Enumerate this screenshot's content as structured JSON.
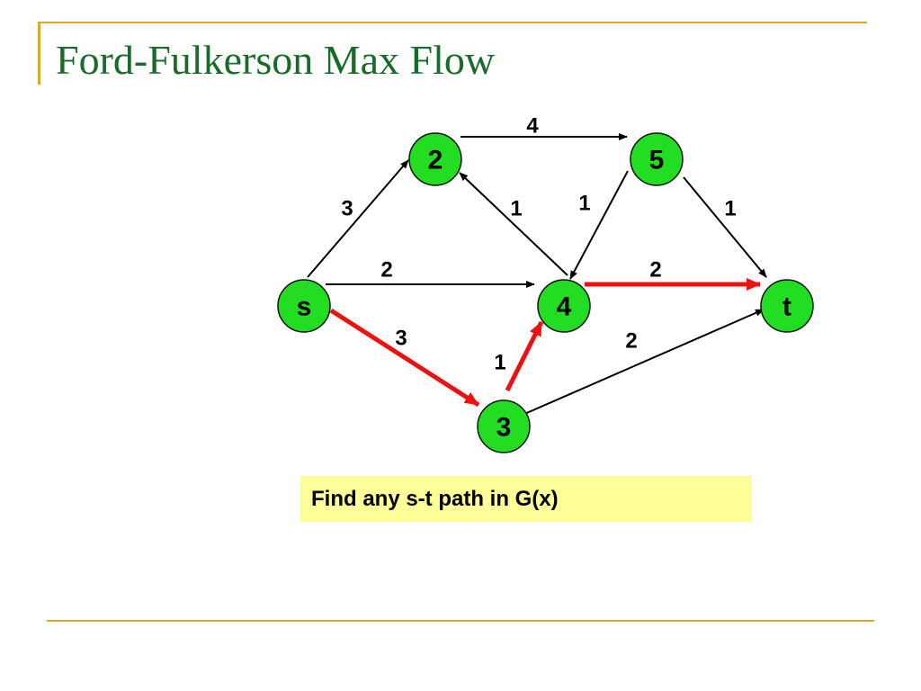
{
  "slide": {
    "title": "Ford-Fulkerson Max Flow",
    "note": "Find any s-t path in G(x)"
  },
  "colors": {
    "title": "#1a6b2a",
    "frame": "#d9a92c",
    "node_fill": "#22dd22",
    "node_stroke": "#111111",
    "edge": "#000000",
    "path_edge": "#ee1111",
    "note_fill": "#ffff99"
  },
  "graph": {
    "nodes": [
      {
        "id": "s",
        "label": "s"
      },
      {
        "id": "2",
        "label": "2"
      },
      {
        "id": "3",
        "label": "3"
      },
      {
        "id": "4",
        "label": "4"
      },
      {
        "id": "5",
        "label": "5"
      },
      {
        "id": "t",
        "label": "t"
      }
    ],
    "edges": [
      {
        "from": "2",
        "to": "5",
        "capacity": "4",
        "highlighted": false
      },
      {
        "from": "s",
        "to": "2",
        "capacity": "3",
        "highlighted": false
      },
      {
        "from": "4",
        "to": "2",
        "capacity": "1",
        "highlighted": false
      },
      {
        "from": "5",
        "to": "4",
        "capacity": "1",
        "highlighted": false
      },
      {
        "from": "5",
        "to": "t",
        "capacity": "1",
        "highlighted": false
      },
      {
        "from": "s",
        "to": "4",
        "capacity": "2",
        "highlighted": false
      },
      {
        "from": "4",
        "to": "t",
        "capacity": "2",
        "highlighted": true
      },
      {
        "from": "s",
        "to": "3",
        "capacity": "3",
        "highlighted": true
      },
      {
        "from": "3",
        "to": "4",
        "capacity": "1",
        "highlighted": true
      },
      {
        "from": "3",
        "to": "t",
        "capacity": "2",
        "highlighted": false
      }
    ]
  }
}
